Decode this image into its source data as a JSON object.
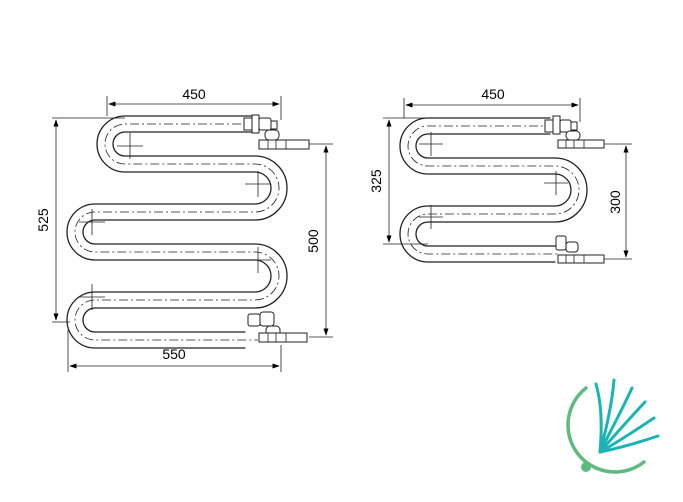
{
  "drawing_left": {
    "dim_top_width": "450",
    "dim_bottom_width": "550",
    "dim_left_height": "525",
    "dim_right_height": "500"
  },
  "drawing_right": {
    "dim_top_width": "450",
    "dim_left_height": "325",
    "dim_right_height": "300"
  },
  "logo": {
    "colors": {
      "green": "#5dbb7e",
      "teal": "#1bb3b3"
    }
  }
}
